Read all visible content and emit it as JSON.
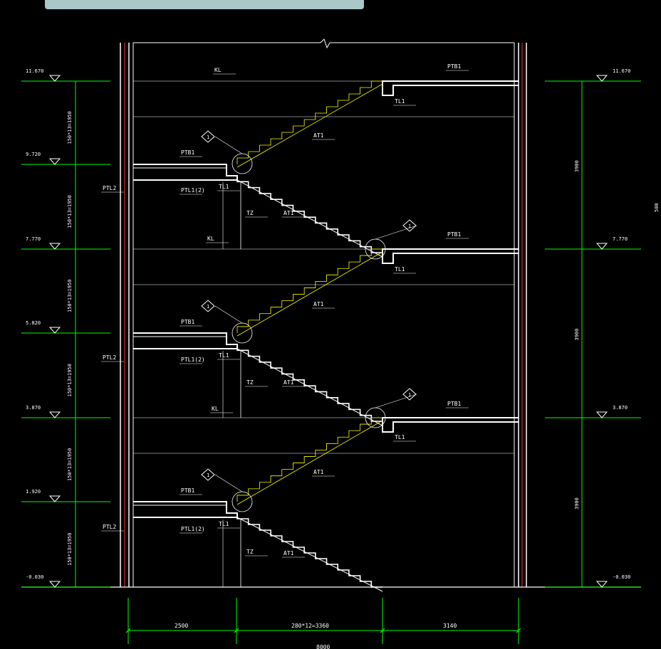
{
  "banner": {
    "text": ""
  },
  "colors": {
    "background": "#000000",
    "wall": "#ffffff",
    "floor_line": "#00ff00",
    "stair_flight": "#ffff00",
    "column_red": "#ff3030",
    "text": "#ffffff",
    "dimension": "#00ff00"
  },
  "elevations_left": [
    "11.670",
    "9.720",
    "7.770",
    "5.820",
    "3.870",
    "1.920",
    "-0.030"
  ],
  "elevations_right": [
    "11.670",
    "7.770",
    "3.870",
    "-0.030"
  ],
  "flight_dimension_labels": [
    "150*13=1950",
    "150*13=1950",
    "150*13=1950",
    "150*13=1950",
    "150*13=1950",
    "150*13=1950"
  ],
  "floor_height_labels": [
    "3900",
    "3900",
    "3900"
  ],
  "total_height_label": "500",
  "bottom_dimensions": [
    "2500",
    "280*12=3360",
    "3140"
  ],
  "bottom_total": "8000",
  "labels": {
    "ptb1": "PTB1",
    "ptl2": "PTL2",
    "ptl1_2": "PTL1(2)",
    "tl1": "TL1",
    "tz": "TZ",
    "at1": "AT1",
    "kl": "KL",
    "detail": "1"
  }
}
